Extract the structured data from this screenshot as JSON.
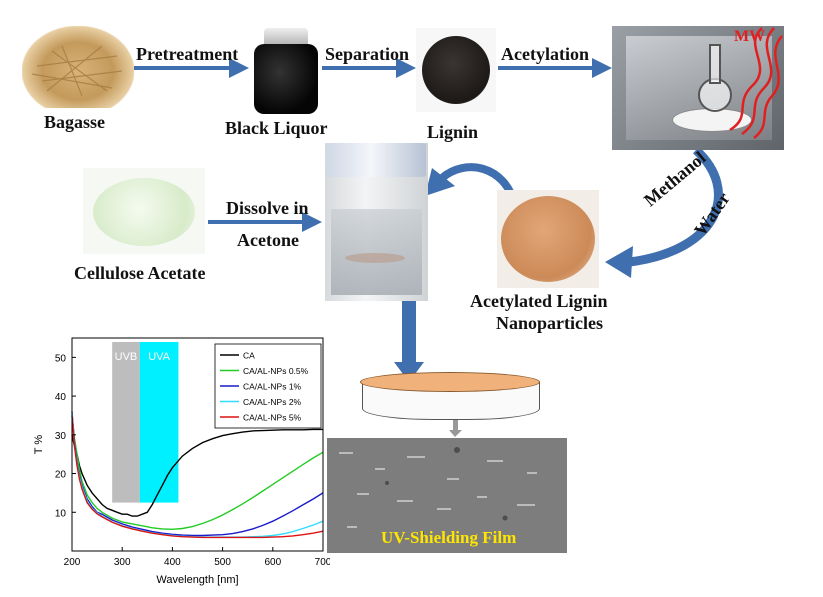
{
  "colors": {
    "arrow_blue": "#3F6FAE",
    "arrow_blue_dark": "#2E5A94",
    "mw_red": "#E02020",
    "uvb_gray": "#BDBDBD",
    "uva_cyan": "#00F0FF",
    "sem_label_yellow": "#FFE600",
    "dish_top": "#F0B27A"
  },
  "flow": {
    "bagasse": "Bagasse",
    "pretreatment": "Pretreatment",
    "black_liquor": "Black Liquor",
    "separation": "Separation",
    "lignin": "Lignin",
    "acetylation": "Acetylation",
    "mw": "MW",
    "methanol": "Methanol",
    "water": "Water",
    "acetylated_line1": "Acetylated Lignin",
    "acetylated_line2": "Nanoparticles",
    "dissolve_line1": "Dissolve in",
    "dissolve_line2": "Acetone",
    "cellulose_acetate": "Cellulose Acetate",
    "film_label": "UV-Shielding Film"
  },
  "chart_data": {
    "type": "line",
    "xlabel": "Wavelength [nm]",
    "ylabel": "T  %",
    "xlim": [
      200,
      700
    ],
    "ylim": [
      0,
      55
    ],
    "xticks": [
      200,
      300,
      400,
      500,
      600,
      700
    ],
    "yticks": [
      10,
      20,
      30,
      40,
      50
    ],
    "bands": [
      {
        "label": "UVB",
        "from": 280,
        "to": 335,
        "color": "#BDBDBD"
      },
      {
        "label": "UVA",
        "from": 335,
        "to": 412,
        "color": "#00F0FF"
      }
    ],
    "legend_position": "top-right",
    "series": [
      {
        "name": "CA",
        "color": "#000000",
        "x": [
          200,
          205,
          210,
          215,
          220,
          230,
          240,
          250,
          260,
          270,
          280,
          290,
          300,
          310,
          320,
          330,
          340,
          350,
          360,
          370,
          380,
          390,
          400,
          420,
          440,
          460,
          480,
          500,
          520,
          540,
          560,
          580,
          600,
          620,
          640,
          660,
          680,
          700
        ],
        "y": [
          30,
          27,
          25,
          22,
          20,
          17,
          15,
          13.5,
          12,
          11,
          10.5,
          10,
          9.5,
          9.5,
          9,
          9,
          9.5,
          10,
          12,
          14.5,
          17,
          19.5,
          21.5,
          24.5,
          26.5,
          28,
          29,
          29.8,
          30.3,
          30.7,
          31,
          31.1,
          31.2,
          31.3,
          31.3,
          31.3,
          31.4,
          31.4
        ]
      },
      {
        "name": "CA/AL-NPs 0.5%",
        "color": "#22CC22",
        "x": [
          200,
          205,
          210,
          215,
          220,
          230,
          240,
          250,
          260,
          280,
          300,
          320,
          340,
          360,
          380,
          400,
          420,
          440,
          460,
          480,
          500,
          520,
          540,
          560,
          580,
          600,
          620,
          640,
          660,
          680,
          700
        ],
        "y": [
          35,
          29,
          25,
          21,
          18,
          14.5,
          12.5,
          11,
          10,
          8.5,
          7.5,
          7,
          6.5,
          6,
          5.7,
          5.6,
          5.8,
          6.3,
          7.1,
          8.1,
          9.3,
          10.7,
          12.2,
          13.8,
          15.5,
          17.2,
          18.9,
          20.6,
          22.3,
          24,
          25.5
        ]
      },
      {
        "name": "CA/AL-NPs 1%",
        "color": "#1A1ACC",
        "x": [
          200,
          205,
          210,
          215,
          220,
          230,
          240,
          250,
          260,
          280,
          300,
          320,
          340,
          360,
          380,
          400,
          420,
          440,
          460,
          480,
          500,
          520,
          540,
          560,
          580,
          600,
          620,
          640,
          660,
          680,
          700
        ],
        "y": [
          36,
          28,
          23,
          19.5,
          17,
          13.5,
          11.5,
          10,
          9.5,
          8,
          7,
          6.2,
          5.6,
          5,
          4.6,
          4.3,
          4.1,
          4,
          4,
          4.1,
          4.2,
          4.5,
          5,
          5.7,
          6.6,
          7.7,
          9,
          10.4,
          11.9,
          13.4,
          15
        ]
      },
      {
        "name": "CA/AL-NPs 2%",
        "color": "#33DDFF",
        "x": [
          200,
          205,
          210,
          215,
          220,
          230,
          240,
          250,
          260,
          280,
          300,
          320,
          340,
          360,
          380,
          400,
          420,
          440,
          460,
          480,
          500,
          520,
          540,
          560,
          580,
          600,
          620,
          640,
          660,
          680,
          700
        ],
        "y": [
          36,
          27,
          22.5,
          19,
          16.5,
          13,
          11,
          9.8,
          9,
          7.5,
          6.5,
          5.8,
          5.2,
          4.7,
          4.3,
          4,
          3.8,
          3.7,
          3.6,
          3.6,
          3.6,
          3.6,
          3.6,
          3.7,
          3.8,
          4,
          4.4,
          5,
          5.8,
          6.7,
          7.7
        ]
      },
      {
        "name": "CA/AL-NPs 5%",
        "color": "#DD1111",
        "x": [
          200,
          205,
          210,
          215,
          220,
          230,
          240,
          250,
          260,
          280,
          300,
          320,
          340,
          360,
          380,
          400,
          420,
          440,
          460,
          480,
          500,
          520,
          540,
          560,
          580,
          600,
          620,
          640,
          660,
          680,
          700
        ],
        "y": [
          35,
          27,
          22,
          18.5,
          16,
          12.5,
          10.8,
          9.6,
          8.8,
          7.4,
          6.4,
          5.7,
          5.1,
          4.6,
          4.2,
          3.9,
          3.7,
          3.6,
          3.5,
          3.5,
          3.5,
          3.5,
          3.5,
          3.5,
          3.5,
          3.6,
          3.7,
          3.9,
          4.2,
          4.6,
          5.1
        ]
      }
    ]
  }
}
